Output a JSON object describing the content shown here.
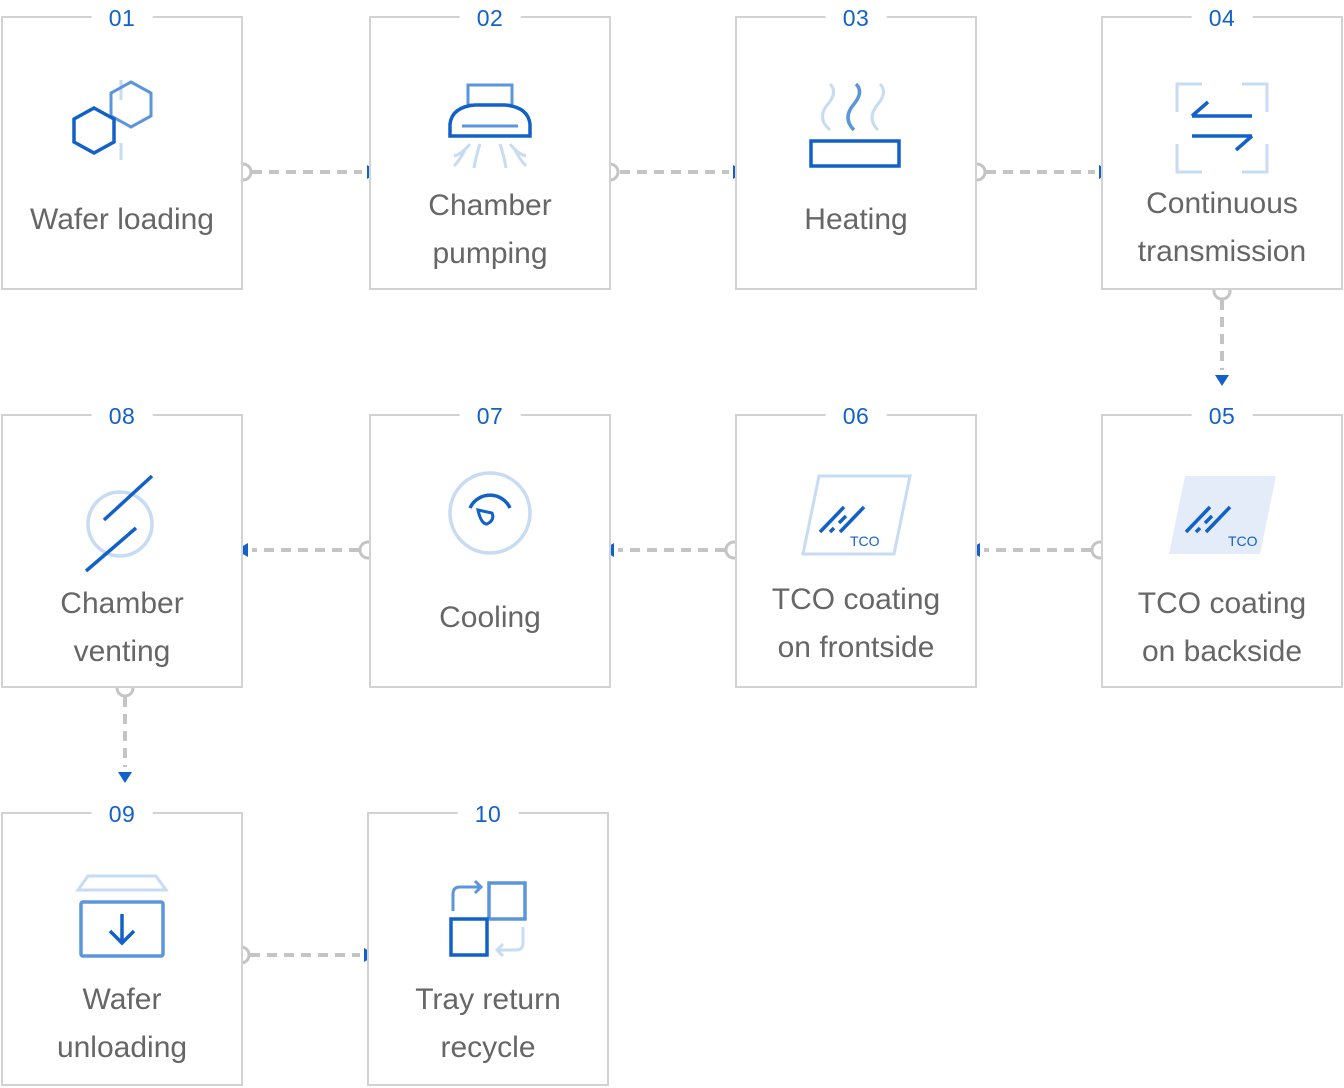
{
  "colors": {
    "accent": "#1161c8",
    "accent_mid": "#5b95dc",
    "accent_light": "#c7dbf3",
    "text": "#666666",
    "border": "#d2d2d2",
    "connector": "#c4c4c4"
  },
  "steps": [
    {
      "num": "01",
      "lines": [
        "Wafer loading"
      ],
      "icon": "hexagons-icon"
    },
    {
      "num": "02",
      "lines": [
        "Chamber",
        "pumping"
      ],
      "icon": "pump-hood-icon"
    },
    {
      "num": "03",
      "lines": [
        "Heating"
      ],
      "icon": "heater-icon"
    },
    {
      "num": "04",
      "lines": [
        "Continuous",
        "transmission"
      ],
      "icon": "transfer-arrows-icon"
    },
    {
      "num": "05",
      "lines": [
        "TCO coating",
        "on backside"
      ],
      "icon": "tco-backside-icon",
      "icon_text": "TCO"
    },
    {
      "num": "06",
      "lines": [
        "TCO coating",
        "on frontside"
      ],
      "icon": "tco-frontside-icon",
      "icon_text": "TCO"
    },
    {
      "num": "07",
      "lines": [
        "Cooling"
      ],
      "icon": "gauge-icon"
    },
    {
      "num": "08",
      "lines": [
        "Chamber",
        "venting"
      ],
      "icon": "vent-icon"
    },
    {
      "num": "09",
      "lines": [
        "Wafer",
        "unloading"
      ],
      "icon": "unload-tray-icon"
    },
    {
      "num": "10",
      "lines": [
        "Tray return",
        "recycle"
      ],
      "icon": "recycle-squares-icon"
    }
  ]
}
